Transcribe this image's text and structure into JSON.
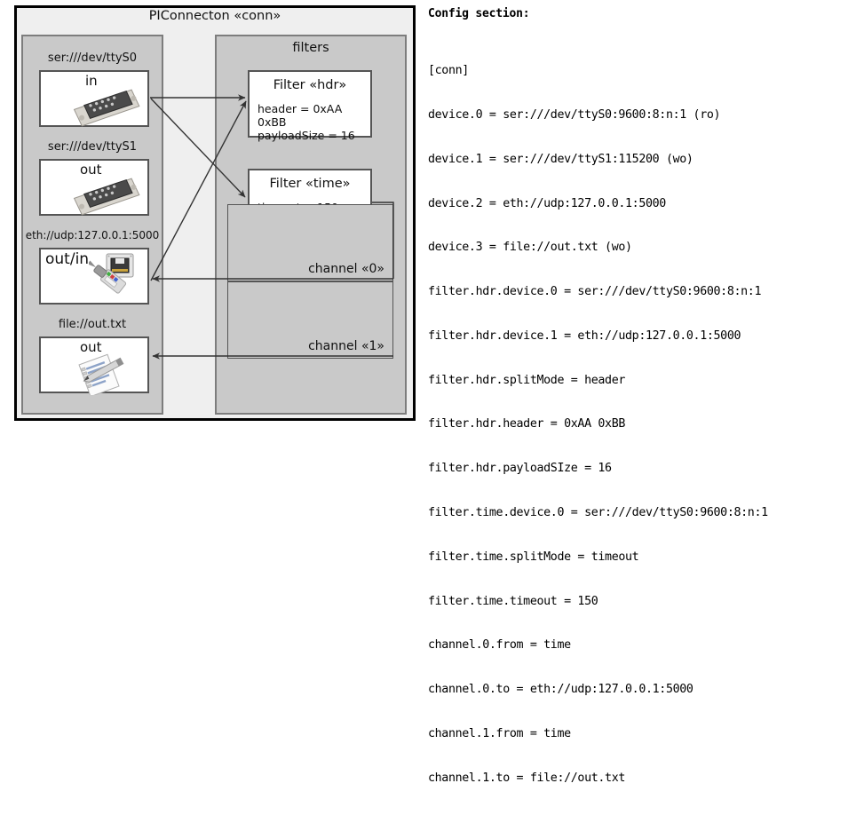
{
  "diagram": {
    "outer": {
      "title": "PIConnecton «conn»"
    },
    "devices_panel": {
      "items": [
        {
          "label": "ser:///dev/ttyS0",
          "io": "in",
          "icon": "serial-port-icon"
        },
        {
          "label": "ser:///dev/ttyS1",
          "io": "out",
          "icon": "serial-port-icon"
        },
        {
          "label": "eth://udp:127.0.0.1:5000",
          "io": "out/in",
          "icon": "ethernet-icon"
        },
        {
          "label": "file://out.txt",
          "io": "out",
          "icon": "document-edit-icon"
        }
      ]
    },
    "filters_panel": {
      "title": "filters",
      "filters": [
        {
          "title": "Filter «hdr»",
          "attrs": [
            "header = 0xAA 0xBB",
            "payloadSize = 16"
          ]
        },
        {
          "title": "Filter «time»",
          "attrs": [
            "timeout = 150 ms"
          ]
        }
      ],
      "channels": [
        {
          "label": "channel «0»"
        },
        {
          "label": "channel «1»"
        }
      ]
    }
  },
  "config": {
    "heading": "Config section:",
    "lines": [
      "[conn]",
      "device.0 = ser:///dev/ttyS0:9600:8:n:1 (ro)",
      "device.1 = ser:///dev/ttyS1:115200 (wo)",
      "device.2 = eth://udp:127.0.0.1:5000",
      "device.3 = file://out.txt (wo)",
      "filter.hdr.device.0 = ser:///dev/ttyS0:9600:8:n:1",
      "filter.hdr.device.1 = eth://udp:127.0.0.1:5000",
      "filter.hdr.splitMode = header",
      "filter.hdr.header = 0xAA 0xBB",
      "filter.hdr.payloadSIze = 16",
      "filter.time.device.0 = ser:///dev/ttyS0:9600:8:n:1",
      "filter.time.splitMode = timeout",
      "filter.time.timeout = 150",
      "channel.0.from = time",
      "channel.0.to = eth://udp:127.0.0.1:5000",
      "channel.1.from = time",
      "channel.1.to = file://out.txt"
    ]
  },
  "colors": {
    "panel_bg": "#c9c9c9",
    "outer_bg": "#efefef",
    "box_bg": "#ffffff",
    "line": "#333333"
  }
}
